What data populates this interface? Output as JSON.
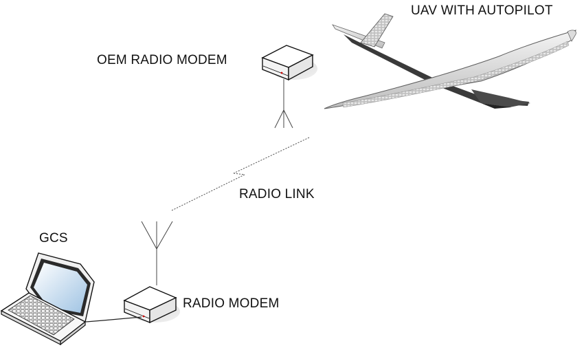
{
  "labels": {
    "uav": "UAV WITH AUTOPILOT",
    "oem_modem": "OEM RADIO MODEM",
    "radio_link": "RADIO LINK",
    "gcs": "GCS",
    "radio_modem": "RADIO MODEM"
  }
}
